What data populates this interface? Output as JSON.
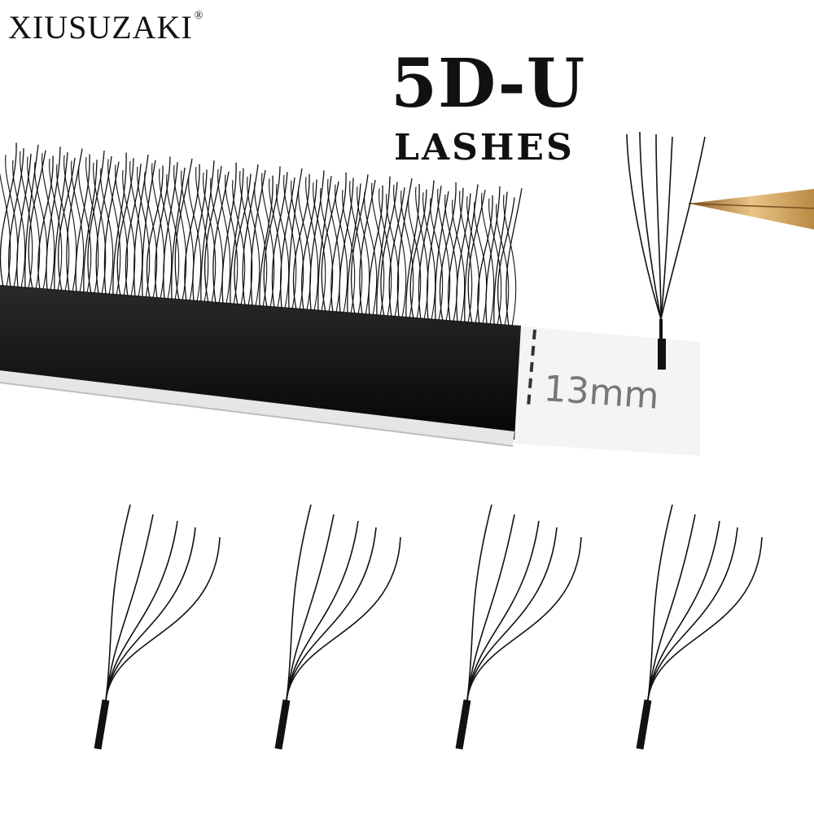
{
  "brand": {
    "name": "XIUSUZAKI",
    "mark": "®"
  },
  "title": {
    "line1": "5D-U",
    "line2": "LASHES"
  },
  "measurement": {
    "label": "13mm"
  },
  "illustration": {
    "lash_color": "#111111",
    "tweezer_color": "#c89a55",
    "fan_count": 5,
    "fibers_per_fan": 5
  }
}
